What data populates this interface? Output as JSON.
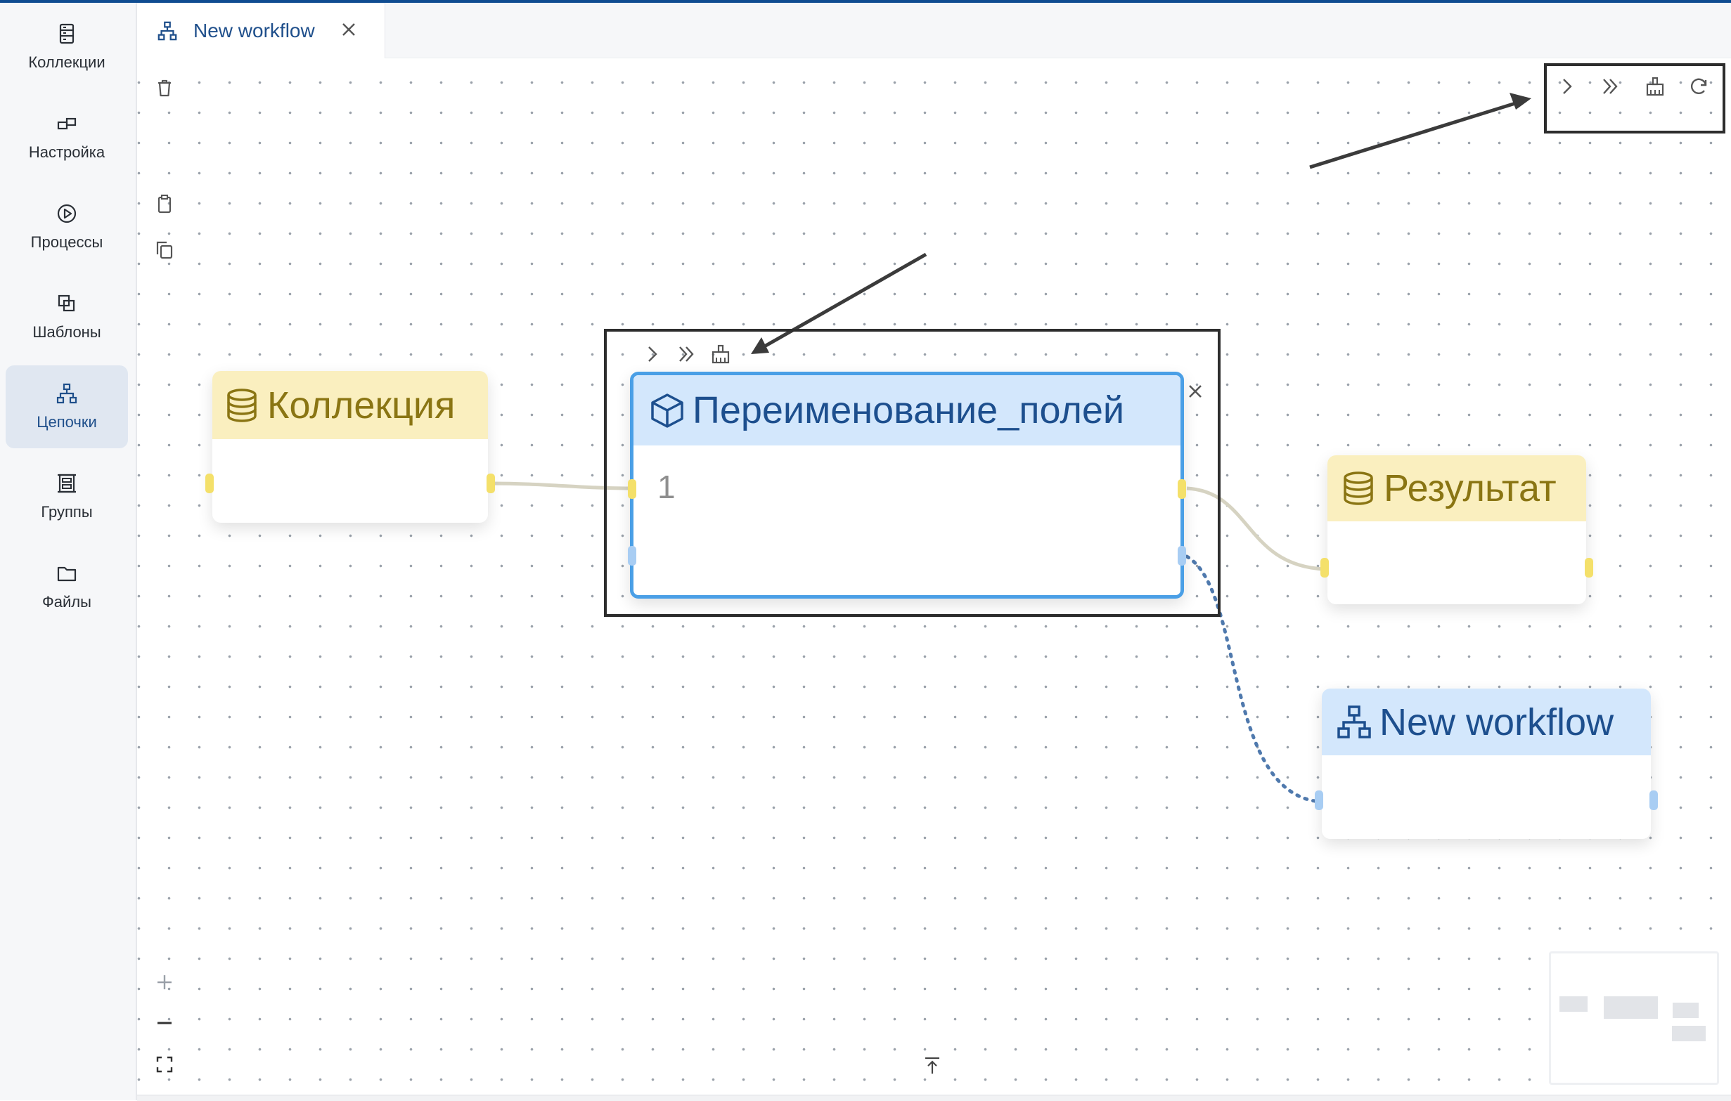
{
  "sidebar": {
    "items": [
      {
        "label": "Коллекции",
        "icon": "collections-icon",
        "active": false
      },
      {
        "label": "Настройка",
        "icon": "settings-icon",
        "active": false
      },
      {
        "label": "Процессы",
        "icon": "processes-icon",
        "active": false
      },
      {
        "label": "Шаблоны",
        "icon": "templates-icon",
        "active": false
      },
      {
        "label": "Цепочки",
        "icon": "chains-icon",
        "active": true
      },
      {
        "label": "Группы",
        "icon": "groups-icon",
        "active": false
      },
      {
        "label": "Файлы",
        "icon": "files-icon",
        "active": false
      }
    ]
  },
  "tab": {
    "label": "New workflow",
    "icon": "workflow-icon",
    "close_icon": "close-icon"
  },
  "canvas": {
    "left_tools": [
      "delete-icon",
      "paste-icon",
      "copy-icon"
    ],
    "zoom_tools": [
      "zoom-in-icon",
      "zoom-out-icon",
      "fit-view-icon"
    ],
    "bottom_tool": "scroll-to-top-icon",
    "toolbar_top_right": [
      "run-step-icon",
      "run-all-icon",
      "clear-icon",
      "refresh-icon"
    ],
    "node_toolbar": [
      "run-step-icon",
      "run-all-icon",
      "clear-icon"
    ]
  },
  "nodes": {
    "collection": {
      "title": "Коллекция",
      "type": "collection",
      "color": "#faefbf"
    },
    "rename": {
      "title": "Переименование_полей",
      "type": "process",
      "body_text": "1",
      "color": "#d3e7fc",
      "close_icon": "close-icon"
    },
    "result": {
      "title": "Результат",
      "type": "collection",
      "color": "#faefbf"
    },
    "workflow": {
      "title": "New workflow",
      "type": "workflow",
      "color": "#d3e7fc"
    }
  },
  "colors": {
    "accent": "#1f4f8b",
    "selected_border": "#4a9fe6",
    "edge": "#d6d3c2",
    "dotted_edge": "#4f79ad"
  }
}
